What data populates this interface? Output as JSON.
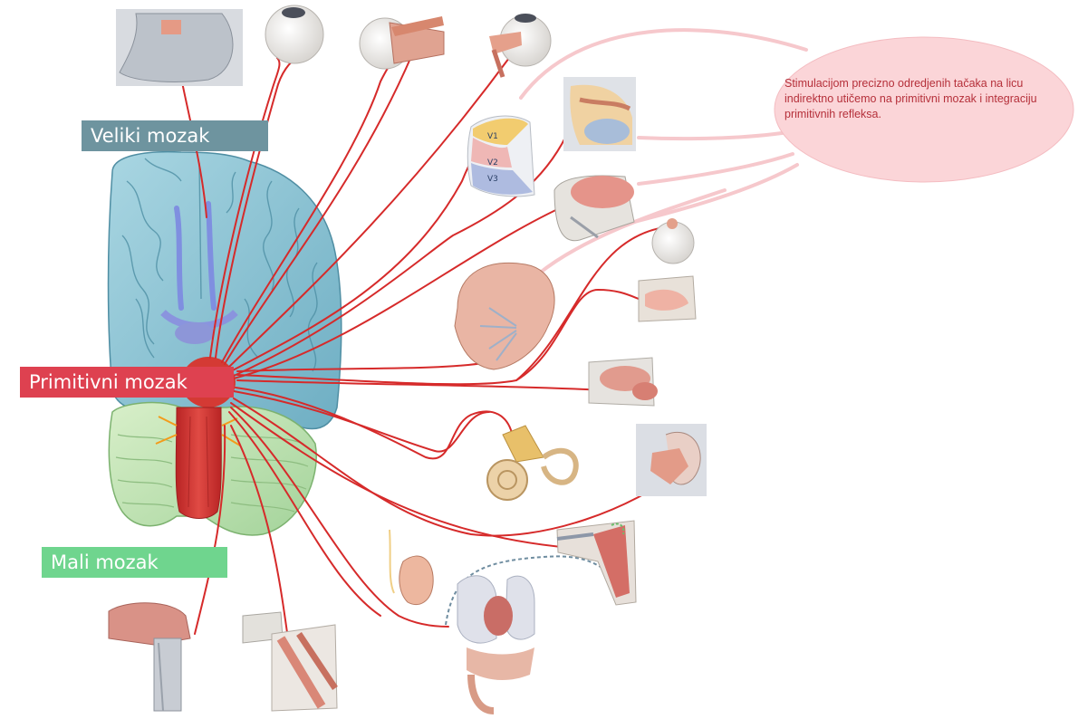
{
  "labels": {
    "cerebrum": "Veliki mozak",
    "brainstem": "Primitivni mozak",
    "cerebellum": "Mali mozak"
  },
  "callout": {
    "text": "Stimulacijom precizno odredjenih tačaka na licu indirektno utičemo na primitivni mozak i integraciju primitivnih refleksa."
  },
  "trigeminal_branches": [
    "V1",
    "V2",
    "V3"
  ],
  "colors": {
    "nerve": "#d62a2a",
    "callout_fill": "#fbd5d8",
    "callout_stroke": "#f2b6bb",
    "cerebrum_label": "#6e949f",
    "brainstem_label": "#de4150",
    "cerebellum_label": "#6fd58e"
  }
}
